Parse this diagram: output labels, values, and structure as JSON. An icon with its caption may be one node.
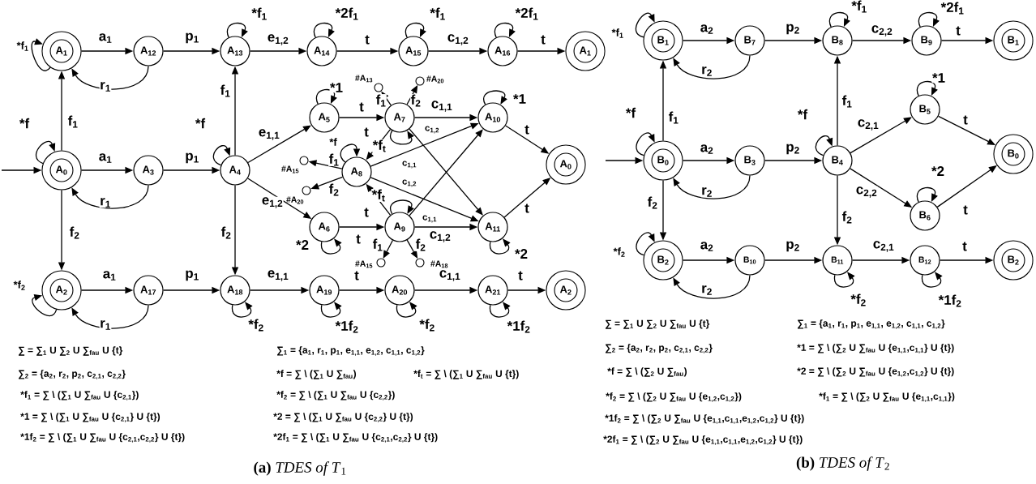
{
  "diagram": {
    "nodes": [
      {
        "text": [
          "A$_{0}$"
        ]
      },
      {
        "text": [
          "A$_{1}$"
        ]
      },
      {
        "text": [
          "A$_{2}$"
        ]
      },
      {
        "text": [
          "A$_{12}$"
        ]
      },
      {
        "text": [
          "A$_{13}$"
        ]
      },
      {
        "text": [
          "A$_{14}$"
        ]
      },
      {
        "text": [
          "A$_{15}$"
        ]
      },
      {
        "text": [
          "A$_{16}$"
        ]
      },
      {
        "text": [
          "A$_{1}$"
        ]
      },
      {
        "text": [
          "A$_{3}$"
        ]
      },
      {
        "text": [
          "A$_{4}$"
        ]
      },
      {
        "text": [
          "A$_{5}$"
        ]
      },
      {
        "text": [
          "A$_{7}$"
        ]
      },
      {
        "text": [
          "A$_{10}$"
        ]
      },
      {
        "text": [
          "A$_{8}$"
        ]
      },
      {
        "text": [
          "A$_{0}$"
        ]
      },
      {
        "text": [
          "A$_{6}$"
        ]
      },
      {
        "text": [
          "A$_{9}$"
        ]
      },
      {
        "text": [
          "A$_{11}$"
        ]
      },
      {
        "text": [],
        "shape": "circle",
        "beside": [
          "#A$_{13}$"
        ]
      },
      {
        "text": [],
        "shape": "circle",
        "beside": [
          "#A$_{20}$"
        ]
      },
      {
        "text": [],
        "shape": "circle",
        "beside": [
          "#A$_{15}$"
        ]
      },
      {
        "text": [],
        "shape": "circle",
        "beside": [
          "#A$_{20}$"
        ]
      },
      {
        "text": [],
        "shape": "circle",
        "beside": [
          "#A$_{15}$"
        ]
      },
      {
        "text": [],
        "shape": "circle",
        "beside": [
          "#A$_{18}$"
        ]
      },
      {
        "text": [
          "A$_{17}$"
        ]
      },
      {
        "text": [
          "A$_{18}$"
        ]
      },
      {
        "text": [
          "A$_{19}$"
        ]
      },
      {
        "text": [
          "A$_{20}$"
        ]
      },
      {
        "text": [
          "A$_{21}$"
        ]
      },
      {
        "text": [
          "A$_{2}$"
        ]
      },
      {
        "text": [
          "B$_{1}$"
        ]
      },
      {
        "text": [
          "B$_{7}$"
        ]
      },
      {
        "text": [
          "B$_{8}$"
        ]
      },
      {
        "text": [
          "B$_{9}$"
        ]
      },
      {
        "text": [
          "B$_{1}$"
        ]
      },
      {
        "text": [
          "B$_{0}$"
        ]
      },
      {
        "text": [
          "B$_{3}$"
        ]
      },
      {
        "text": [
          "B$_{4}$"
        ]
      },
      {
        "text": [
          "B$_{5}$"
        ]
      },
      {
        "text": [
          "B$_{0}$"
        ]
      },
      {
        "text": [
          "B$_{6}$"
        ]
      },
      {
        "text": [
          "B$_{2}$"
        ]
      },
      {
        "text": [
          "B$_{10}$"
        ]
      },
      {
        "text": [
          "B$_{11}$"
        ]
      },
      {
        "text": [
          "B$_{12}$"
        ]
      },
      {
        "text": [
          "B$_{2}$"
        ]
      }
    ],
    "edges": [
      {
        "from": null,
        "to": 0,
        "arrow": "to"
      },
      {
        "from": 1,
        "to": 3,
        "arrow": "to",
        "label": "a$_{1}$"
      },
      {
        "from": 3,
        "to": 1,
        "arrow": "to",
        "label": "r$_{1}$"
      },
      {
        "from": 3,
        "to": 4,
        "arrow": "to",
        "label": "p$_{1}$"
      },
      {
        "from": 4,
        "to": 5,
        "arrow": "to",
        "label": "e$_{1,2}$"
      },
      {
        "from": 5,
        "to": 6,
        "arrow": "to",
        "label": "t"
      },
      {
        "from": 6,
        "to": 7,
        "arrow": "to",
        "label": "c$_{1,2}$"
      },
      {
        "from": 7,
        "to": 8,
        "arrow": "to",
        "label": "t"
      },
      {
        "from": 0,
        "to": 1,
        "arrow": "to",
        "label": "f$_{1}$"
      },
      {
        "from": 0,
        "to": 9,
        "arrow": "to",
        "label": "a$_{1}$"
      },
      {
        "from": 9,
        "to": 0,
        "arrow": "to",
        "label": "r$_{1}$"
      },
      {
        "from": 9,
        "to": 10,
        "arrow": "to",
        "label": "p$_{1}$"
      },
      {
        "from": 10,
        "to": 4,
        "arrow": "to",
        "label": "f$_{1}$"
      },
      {
        "from": 10,
        "to": 26,
        "arrow": "to",
        "label": "f$_{2}$"
      },
      {
        "from": 0,
        "to": 2,
        "arrow": "to",
        "label": "f$_{2}$"
      },
      {
        "from": 10,
        "to": 11,
        "arrow": "to",
        "label": "e$_{1,1}$"
      },
      {
        "from": 10,
        "to": 16,
        "arrow": "to",
        "label": "e$_{1,2}$"
      },
      {
        "from": 11,
        "to": 12,
        "arrow": "to",
        "label": "t"
      },
      {
        "from": 12,
        "to": 14,
        "arrow": "to",
        "label": "t"
      },
      {
        "from": 12,
        "to": 19,
        "arrow": "to",
        "label": "f$_{1}$"
      },
      {
        "from": 12,
        "to": 20,
        "arrow": "to",
        "label": "f$_{2}$"
      },
      {
        "from": 12,
        "to": 13,
        "arrow": "to",
        "label": "c$_{1,1}$"
      },
      {
        "from": 12,
        "to": 18,
        "arrow": "to",
        "label": "c$_{1,2}$"
      },
      {
        "from": 14,
        "to": 21,
        "arrow": "to",
        "label": "f$_{1}$"
      },
      {
        "from": 14,
        "to": 22,
        "arrow": "to",
        "label": "f$_{2}$"
      },
      {
        "from": 14,
        "to": 13,
        "arrow": "to",
        "label": "c$_{1,1}$"
      },
      {
        "from": 14,
        "to": 18,
        "arrow": "to",
        "label": "c$_{1,2}$"
      },
      {
        "from": 16,
        "to": 17,
        "arrow": "to",
        "label": "t"
      },
      {
        "from": 17,
        "to": 14,
        "arrow": "to",
        "label": "t"
      },
      {
        "from": 17,
        "to": 13,
        "arrow": "to",
        "label": "c$_{1,1}$"
      },
      {
        "from": 17,
        "to": 18,
        "arrow": "to",
        "label": "c$_{1,2}$"
      },
      {
        "from": 17,
        "to": 23,
        "arrow": "to",
        "label": "f$_{1}$"
      },
      {
        "from": 17,
        "to": 24,
        "arrow": "to",
        "label": "f$_{2}$"
      },
      {
        "from": 13,
        "to": 15,
        "arrow": "to",
        "label": "t"
      },
      {
        "from": 18,
        "to": 15,
        "arrow": "to",
        "label": "t"
      },
      {
        "from": 2,
        "to": 25,
        "arrow": "to",
        "label": "a$_{1}$"
      },
      {
        "from": 25,
        "to": 2,
        "arrow": "to",
        "label": "r$_{1}$"
      },
      {
        "from": 25,
        "to": 26,
        "arrow": "to",
        "label": "p$_{1}$"
      },
      {
        "from": 26,
        "to": 27,
        "arrow": "to",
        "label": "e$_{1,1}$"
      },
      {
        "from": 27,
        "to": 28,
        "arrow": "to",
        "label": "t"
      },
      {
        "from": 28,
        "to": 29,
        "arrow": "to",
        "label": "c$_{1,1}$"
      },
      {
        "from": 29,
        "to": 30,
        "arrow": "to",
        "label": "t"
      },
      {
        "from": null,
        "to": 36,
        "arrow": "to"
      },
      {
        "from": 31,
        "to": 32,
        "arrow": "to",
        "label": "a$_{2}$"
      },
      {
        "from": 32,
        "to": 31,
        "arrow": "to",
        "label": "r$_{2}$"
      },
      {
        "from": 32,
        "to": 33,
        "arrow": "to",
        "label": "p$_{2}$"
      },
      {
        "from": 33,
        "to": 34,
        "arrow": "to",
        "label": "c$_{2,2}$"
      },
      {
        "from": 34,
        "to": 35,
        "arrow": "to",
        "label": "t"
      },
      {
        "from": 36,
        "to": 31,
        "arrow": "to",
        "label": "f$_{1}$"
      },
      {
        "from": 36,
        "to": 37,
        "arrow": "to",
        "label": "a$_{2}$"
      },
      {
        "from": 37,
        "to": 36,
        "arrow": "to",
        "label": "r$_{2}$"
      },
      {
        "from": 37,
        "to": 38,
        "arrow": "to",
        "label": "p$_{2}$"
      },
      {
        "from": 38,
        "to": 33,
        "arrow": "to",
        "label": "f$_{1}$"
      },
      {
        "from": 38,
        "to": 39,
        "arrow": "to",
        "label": "c$_{2,1}$"
      },
      {
        "from": 38,
        "to": 41,
        "arrow": "to",
        "label": "c$_{2,2}$"
      },
      {
        "from": 38,
        "to": 44,
        "arrow": "to",
        "label": "f$_{2}$"
      },
      {
        "from": 39,
        "to": 40,
        "arrow": "to",
        "label": "t"
      },
      {
        "from": 41,
        "to": 40,
        "arrow": "to",
        "label": "t"
      },
      {
        "from": 36,
        "to": 42,
        "arrow": "to",
        "label": "f$_{2}$"
      },
      {
        "from": 42,
        "to": 43,
        "arrow": "to",
        "label": "a$_{2}$"
      },
      {
        "from": 43,
        "to": 42,
        "arrow": "to",
        "label": "r$_{2}$"
      },
      {
        "from": 43,
        "to": 44,
        "arrow": "to",
        "label": "p$_{2}$"
      },
      {
        "from": 44,
        "to": 45,
        "arrow": "to",
        "label": "c$_{2,1}$"
      },
      {
        "from": 45,
        "to": 46,
        "arrow": "to",
        "label": "t"
      },
      {
        "from": 1,
        "to": 1,
        "arrow": "to",
        "label": "*f$_{1}$"
      },
      {
        "from": 0,
        "to": 0,
        "arrow": "to",
        "label": "*f"
      },
      {
        "from": 2,
        "to": 2,
        "arrow": "to",
        "label": "*f$_{2}$"
      },
      {
        "from": 4,
        "to": 4,
        "arrow": "to",
        "label": "*f$_{1}$"
      },
      {
        "from": 5,
        "to": 5,
        "arrow": "to",
        "label": "*2f$_{1}$"
      },
      {
        "from": 6,
        "to": 6,
        "arrow": "to",
        "label": "*f$_{1}$"
      },
      {
        "from": 7,
        "to": 7,
        "arrow": "to",
        "label": "*2f$_{1}$"
      },
      {
        "from": 10,
        "to": 10,
        "arrow": "to",
        "label": "*f"
      },
      {
        "from": 11,
        "to": 11,
        "arrow": "to",
        "label": "*1"
      },
      {
        "from": 12,
        "to": 12,
        "arrow": "to",
        "label": "*f$_{t}$"
      },
      {
        "from": 14,
        "to": 14,
        "arrow": "to",
        "label": "*f"
      },
      {
        "from": 17,
        "to": 17,
        "arrow": "to",
        "label": "*f$_{t}$"
      },
      {
        "from": 13,
        "to": 13,
        "arrow": "to",
        "label": "*1"
      },
      {
        "from": 16,
        "to": 16,
        "arrow": "to",
        "label": "*2"
      },
      {
        "from": 18,
        "to": 18,
        "arrow": "to",
        "label": "*2"
      },
      {
        "from": 26,
        "to": 26,
        "arrow": "to",
        "label": "*f$_{2}$"
      },
      {
        "from": 27,
        "to": 27,
        "arrow": "to",
        "label": "*1f$_{2}$"
      },
      {
        "from": 28,
        "to": 28,
        "arrow": "to",
        "label": "*f$_{2}$"
      },
      {
        "from": 29,
        "to": 29,
        "arrow": "to",
        "label": "*1f$_{2}$"
      },
      {
        "from": 31,
        "to": 31,
        "arrow": "to",
        "label": "*f$_{1}$"
      },
      {
        "from": 36,
        "to": 36,
        "arrow": "to",
        "label": "*f"
      },
      {
        "from": 42,
        "to": 42,
        "arrow": "to",
        "label": "*f$_{2}$"
      },
      {
        "from": 33,
        "to": 33,
        "arrow": "to",
        "label": "*f$_{1}$"
      },
      {
        "from": 34,
        "to": 34,
        "arrow": "to",
        "label": "*2f$_{1}$"
      },
      {
        "from": 38,
        "to": 38,
        "arrow": "to",
        "label": "*f"
      },
      {
        "from": 39,
        "to": 39,
        "arrow": "to",
        "label": "*1"
      },
      {
        "from": 41,
        "to": 41,
        "arrow": "to",
        "label": "*2"
      },
      {
        "from": 44,
        "to": 44,
        "arrow": "to",
        "label": "*f$_{2}$"
      },
      {
        "from": 45,
        "to": 45,
        "arrow": "to",
        "label": "*1f$_{2}$"
      }
    ],
    "labels": [
      "∑ = ∑$_{1}$ U ∑$_{2}$ U ∑$_{fau}$ U {t}",
      "∑$_{1}$ = {a$_{1}$, r$_{1}$, p$_{1}$, e$_{1,1}$, e$_{1,2}$, c$_{1,1}$, c$_{1,2}$}",
      "∑$_{2}$ = {a$_{2}$, r$_{2}$, p$_{2}$, c$_{2,1}$, c$_{2,2}$}",
      "*f = ∑ \\ (∑$_{1}$ U ∑$_{fau}$)",
      "*f$_{t}$ = ∑ \\ (∑$_{1}$ U ∑$_{fau}$ U {t})",
      "*f$_{1}$ = ∑ \\ (∑$_{1}$ U ∑$_{fau}$ U {c$_{2,1}$})",
      "*f$_{2}$ = ∑ \\ (∑$_{1}$ U ∑$_{fau}$ U {c$_{2,2}$})",
      "*1 = ∑ \\ (∑$_{1}$ U ∑$_{fau}$ U {c$_{2,1}$} U {t})",
      "*2 = ∑ \\ (∑$_{1}$ U ∑$_{fau}$ U {c$_{2,2}$} U {t})",
      "*1f$_{2}$ = ∑ \\ (∑$_{1}$ U ∑$_{fau}$ U {c$_{2,1}$,c$_{2,2}$} U {t})",
      "*2f$_{1}$ = ∑ \\ (∑$_{1}$ U ∑$_{fau}$ U {c$_{2,1}$,c$_{2,2}$} U {t})",
      "**(a)** *TDES of T*$_{1}$",
      "∑ = ∑$_{1}$ U ∑$_{2}$ U ∑$_{fau}$ U {t}",
      "∑$_{1}$ = {a$_{1}$, r$_{1}$, p$_{1}$, e$_{1,1}$, e$_{1,2}$, c$_{1,1}$, c$_{1,2}$}",
      "∑$_{2}$ = {a$_{2}$, r$_{2}$, p$_{2}$, c$_{2,1}$, c$_{2,2}$}",
      "*1 = ∑ \\ (∑$_{2}$ U ∑$_{fau}$ U {e$_{1,1}$,c$_{1,1}$} U {t})",
      "*f = ∑ \\ (∑$_{2}$ U ∑$_{fau}$)",
      "*2 = ∑ \\ (∑$_{2}$ U ∑$_{fau}$ U {e$_{1,2}$,c$_{1,2}$} U {t})",
      "*f$_{2}$ = ∑ \\ (∑$_{2}$ U ∑$_{fau}$ U {e$_{1,2}$,c$_{1,2}$})",
      "*f$_{1}$ = ∑ \\ (∑$_{2}$ U ∑$_{fau}$ U {e$_{1,1}$,c$_{1,1}$})",
      "*1f$_{2}$ = ∑ \\ (∑$_{2}$ U ∑$_{fau}$ U {e$_{1,1}$,c$_{1,1}$,e$_{1,2}$,c$_{1,2}$} U {t})",
      "*2f$_{1}$ = ∑ \\ (∑$_{2}$ U ∑$_{fau}$ U {e$_{1,1}$,c$_{1,1}$,e$_{1,2}$,c$_{1,2}$} U {t})",
      "**(b)** *TDES of T*$_{2}$"
    ]
  }
}
